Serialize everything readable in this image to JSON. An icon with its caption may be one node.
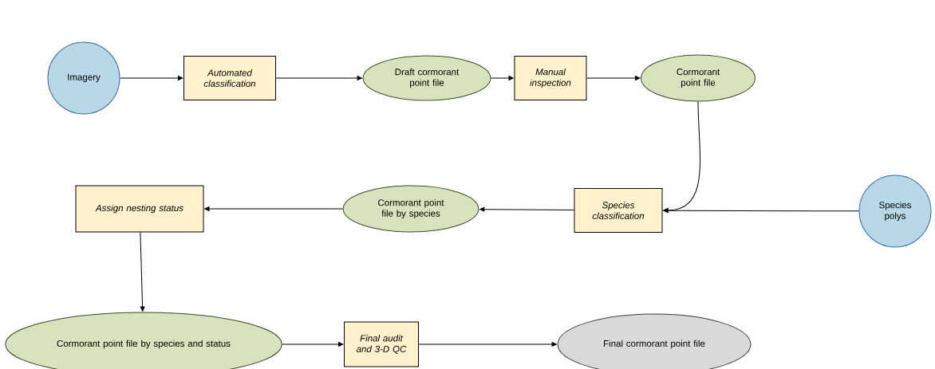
{
  "diagram": {
    "nodes": [
      {
        "text": [
          "Imagery"
        ]
      },
      {
        "text": [
          "Automated classification"
        ]
      },
      {
        "text": [
          "Draft cormorant point file"
        ]
      },
      {
        "text": [
          "Manual inspection"
        ]
      },
      {
        "text": [
          "Cormorant point file"
        ]
      },
      {
        "text": [
          "Species polys"
        ]
      },
      {
        "text": [
          "Species classification"
        ]
      },
      {
        "text": [
          "Cormorant point file by species"
        ]
      },
      {
        "text": [
          "Assign nesting status"
        ]
      },
      {
        "text": [
          "Cormorant point file by species and status"
        ]
      },
      {
        "text": [
          "Final audit and 3-D QC"
        ]
      },
      {
        "text": [
          "Final cormorant point file"
        ]
      }
    ],
    "edges": [
      {
        "from": 0,
        "to": 1,
        "arrow": "to"
      },
      {
        "from": 1,
        "to": 2,
        "arrow": "to"
      },
      {
        "from": 2,
        "to": 3,
        "arrow": "to"
      },
      {
        "from": 3,
        "to": 4,
        "arrow": "to"
      },
      {
        "from": 4,
        "to": 6,
        "arrow": "to"
      },
      {
        "from": 5,
        "to": 6,
        "arrow": "to"
      },
      {
        "from": 6,
        "to": 7,
        "arrow": "to"
      },
      {
        "from": 7,
        "to": 8,
        "arrow": "to"
      },
      {
        "from": 8,
        "to": 9,
        "arrow": "to"
      },
      {
        "from": 9,
        "to": 10,
        "arrow": "to"
      },
      {
        "from": 10,
        "to": 11,
        "arrow": "to"
      }
    ]
  }
}
